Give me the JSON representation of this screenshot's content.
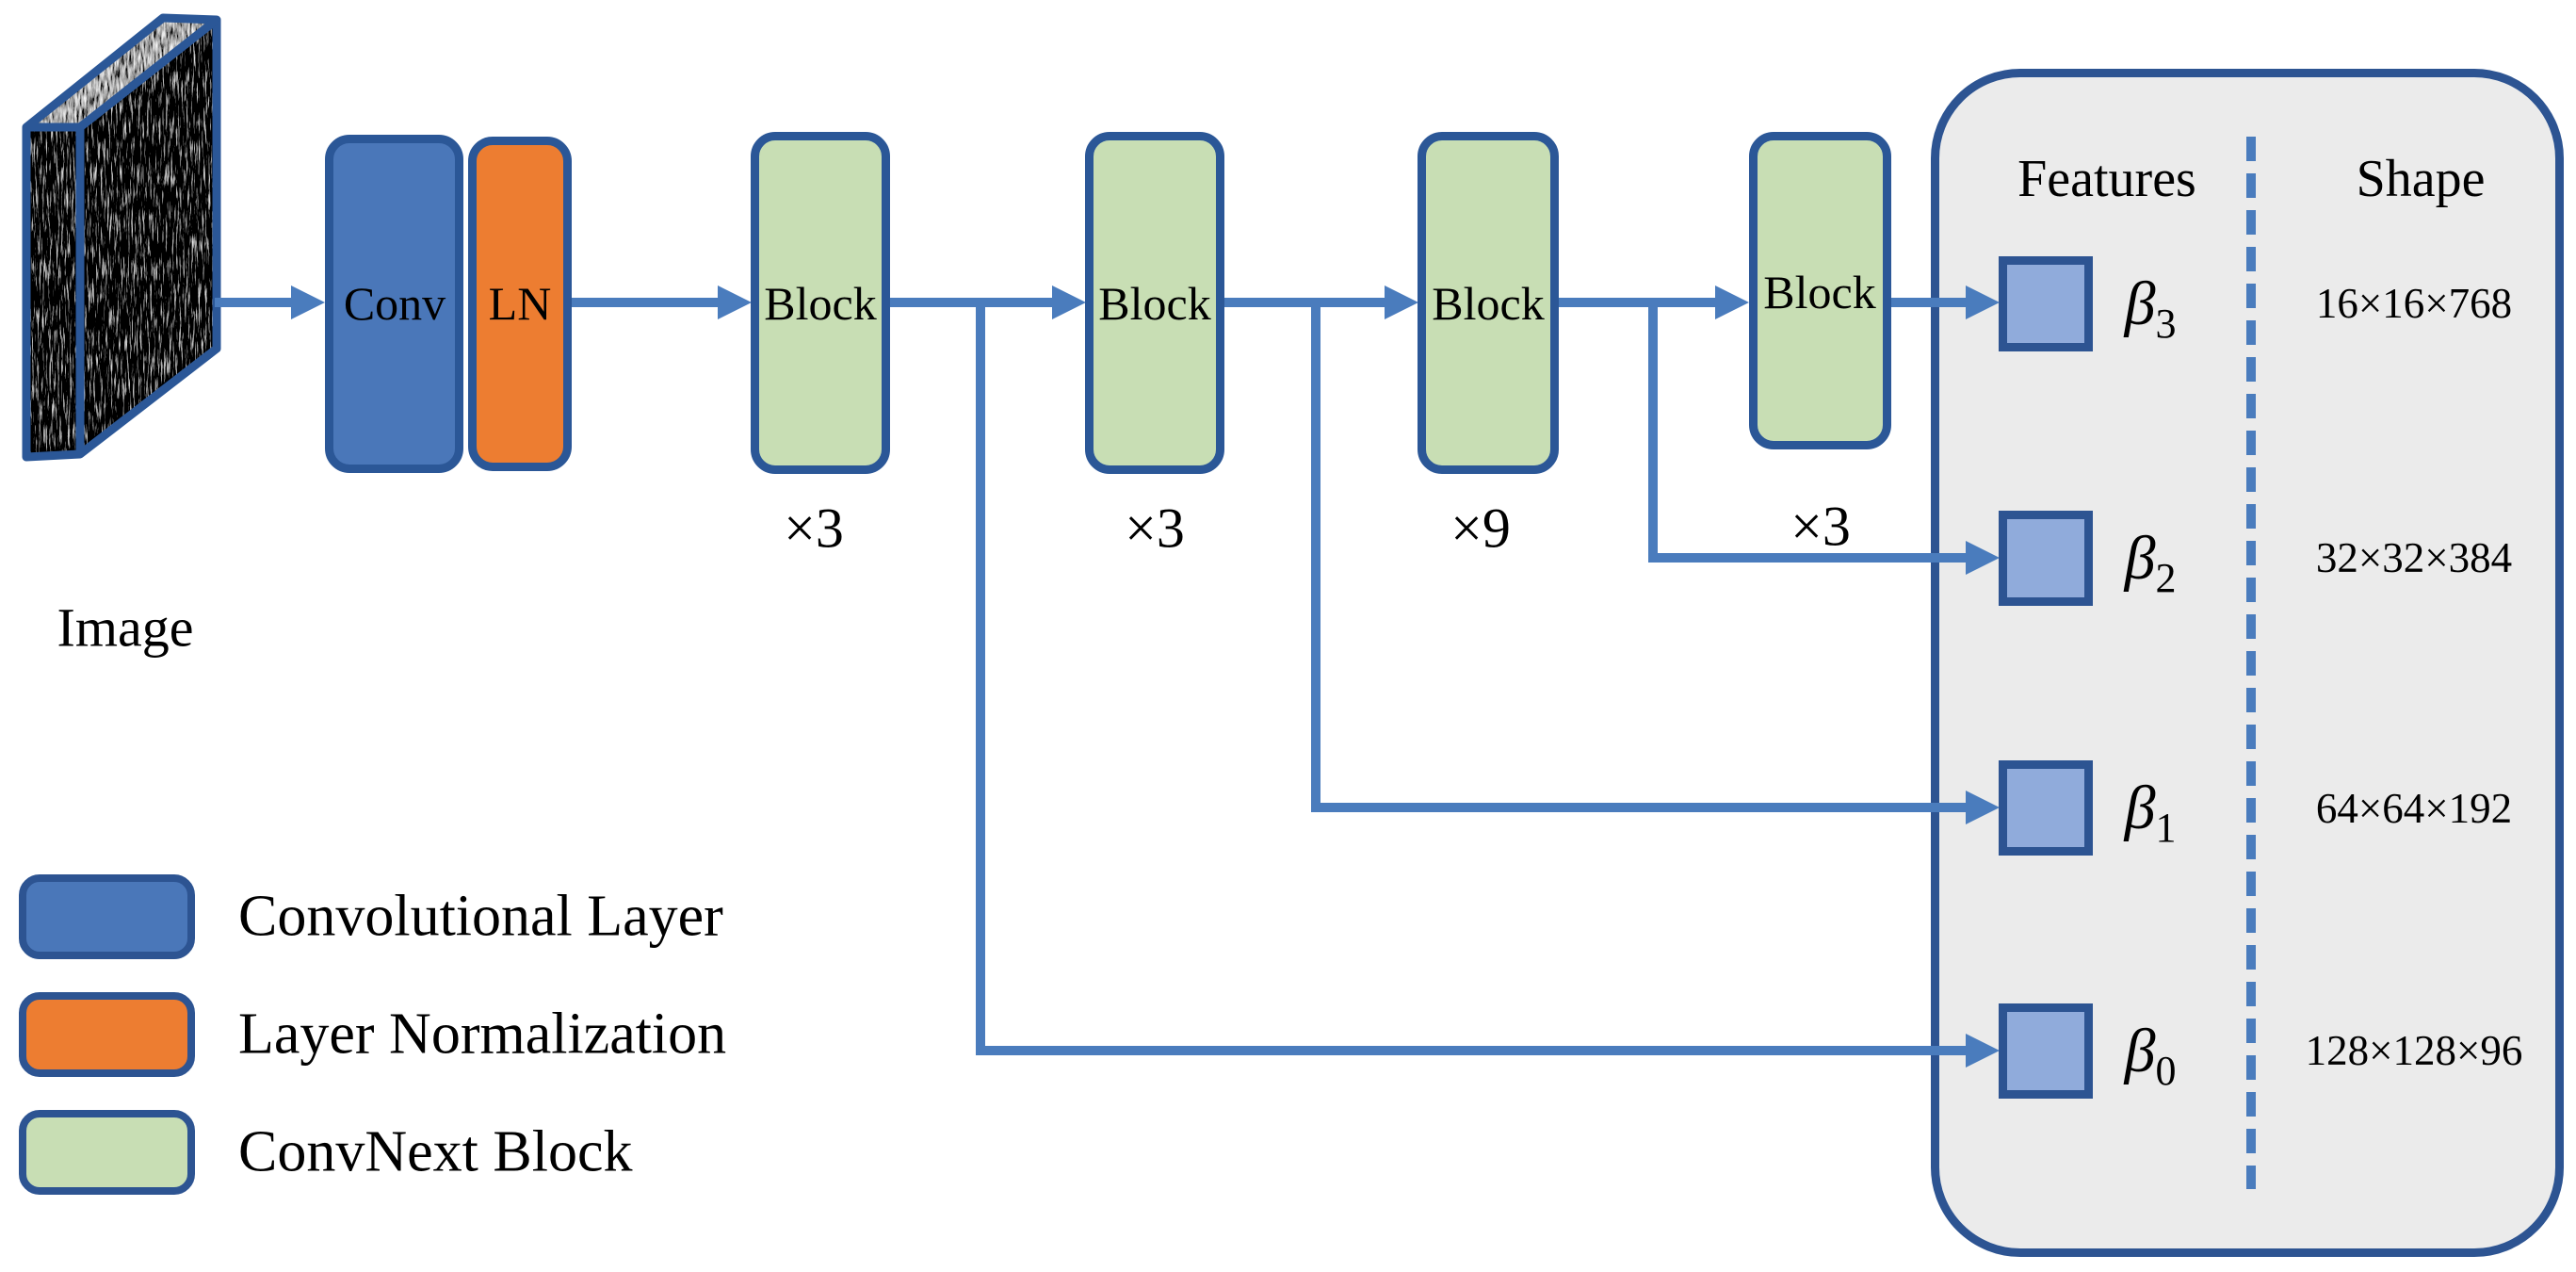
{
  "image_label": "Image",
  "pipeline": {
    "conv_label": "Conv",
    "ln_label": "LN",
    "blocks": [
      {
        "label": "Block",
        "multiplier": "×3"
      },
      {
        "label": "Block",
        "multiplier": "×3"
      },
      {
        "label": "Block",
        "multiplier": "×9"
      },
      {
        "label": "Block",
        "multiplier": "×3"
      }
    ]
  },
  "panel": {
    "features_header": "Features",
    "shape_header": "Shape",
    "rows": [
      {
        "feature_base": "β",
        "feature_sub": "3",
        "shape": "16×16×768"
      },
      {
        "feature_base": "β",
        "feature_sub": "2",
        "shape": "32×32×384"
      },
      {
        "feature_base": "β",
        "feature_sub": "1",
        "shape": "64×64×192"
      },
      {
        "feature_base": "β",
        "feature_sub": "0",
        "shape": "128×128×96"
      }
    ]
  },
  "legend": {
    "items": [
      {
        "label": "Convolutional Layer",
        "color": "#4a77b9"
      },
      {
        "label": "Layer Normalization",
        "color": "#ed7d31"
      },
      {
        "label": "ConvNext Block",
        "color": "#c8deb4"
      }
    ]
  },
  "colors": {
    "arrow": "#4a7cbd",
    "outline": "#2b5797",
    "panel_border": "#2d5492",
    "panel_background": "#ebebeb",
    "conv_fill": "#4a77b9",
    "ln_fill": "#ed7d31",
    "convnext_fill": "#c8deb4",
    "feature_square_fill": "#90abdb"
  }
}
